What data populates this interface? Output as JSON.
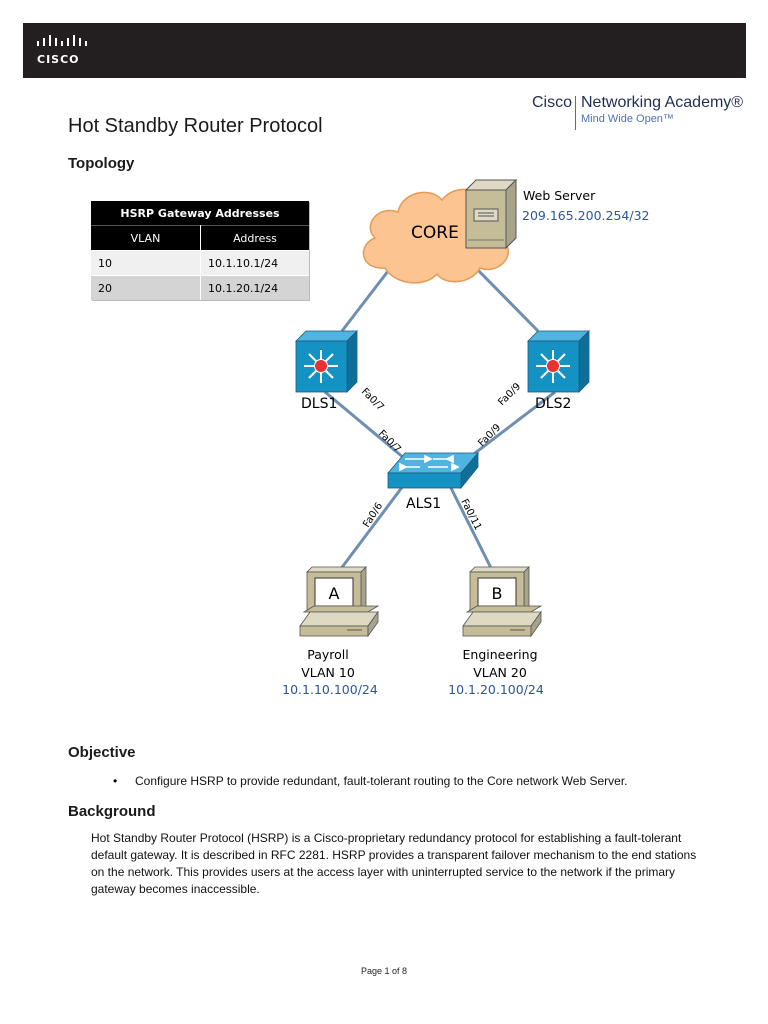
{
  "header": {
    "logo_text": "CISCO",
    "academy_brand": "Cisco",
    "academy_name": "Networking Academy®",
    "academy_tagline": "Mind Wide Open™"
  },
  "document": {
    "title": "Hot Standby Router Protocol",
    "topology_heading": "Topology",
    "objective_heading": "Objective",
    "objective_item": "Configure HSRP to provide redundant, fault-tolerant routing to the Core network Web Server.",
    "background_heading": "Background",
    "background_text": "Hot Standby Router Protocol (HSRP) is a Cisco-proprietary redundancy protocol for establishing a fault-tolerant default gateway. It is described in RFC 2281. HSRP provides a transparent failover mechanism to the end stations on the network. This provides users at the access layer with uninterrupted service to the network if the primary gateway becomes inaccessible.",
    "page_number": "Page 1 of 8"
  },
  "table": {
    "title": "HSRP Gateway Addresses",
    "columns": [
      "VLAN",
      "Address"
    ],
    "rows": [
      {
        "vlan": "10",
        "address": "10.1.10.1/24"
      },
      {
        "vlan": "20",
        "address": "10.1.20.1/24"
      }
    ]
  },
  "topology": {
    "core_label": "CORE",
    "web_server_label": "Web Server",
    "web_server_ip": "209.165.200.254/32",
    "dls1_label": "DLS1",
    "dls2_label": "DLS2",
    "als1_label": "ALS1",
    "ports": {
      "dls1_down": "Fa0/7",
      "als1_to_dls1": "Fa0/7",
      "dls2_down": "Fa0/9",
      "als1_to_dls2": "Fa0/9",
      "als1_to_a": "Fa0/6",
      "als1_to_b": "Fa0/11"
    },
    "pc_a": {
      "letter": "A",
      "name": "Payroll",
      "vlan": "VLAN 10",
      "ip": "10.1.10.100/24"
    },
    "pc_b": {
      "letter": "B",
      "name": "Engineering",
      "vlan": "VLAN 20",
      "ip": "10.1.20.100/24"
    }
  },
  "colors": {
    "header_bar": "#231f20",
    "cloud_fill": "#fbc490",
    "device_blue": "#1592c4",
    "link_blue": "#6e8fb2",
    "ip_text": "#2b5797"
  }
}
